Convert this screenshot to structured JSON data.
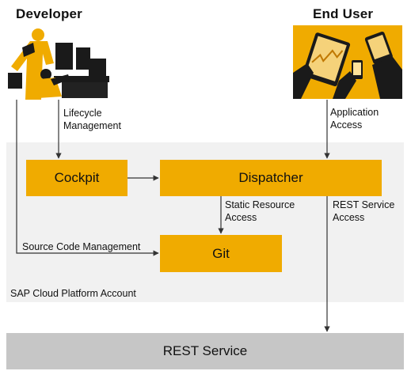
{
  "actors": {
    "developer": {
      "title": "Developer",
      "icon": "developer-illustration"
    },
    "end_user": {
      "title": "End User",
      "icon": "end-user-illustration"
    }
  },
  "region": {
    "label": "SAP Cloud Platform Account",
    "color": "#f1f1f1"
  },
  "nodes": {
    "cockpit": "Cockpit",
    "dispatcher": "Dispatcher",
    "git": "Git",
    "rest_service": "REST Service"
  },
  "edges": {
    "lifecycle": "Lifecycle\nManagement",
    "application_access": "Application\nAccess",
    "static_resource": "Static Resource\nAccess",
    "rest_access": "REST Service\nAccess",
    "source_code": "Source Code Management"
  },
  "colors": {
    "accent": "#f0ab00",
    "rest": "#c6c6c6",
    "line": "#333333"
  }
}
